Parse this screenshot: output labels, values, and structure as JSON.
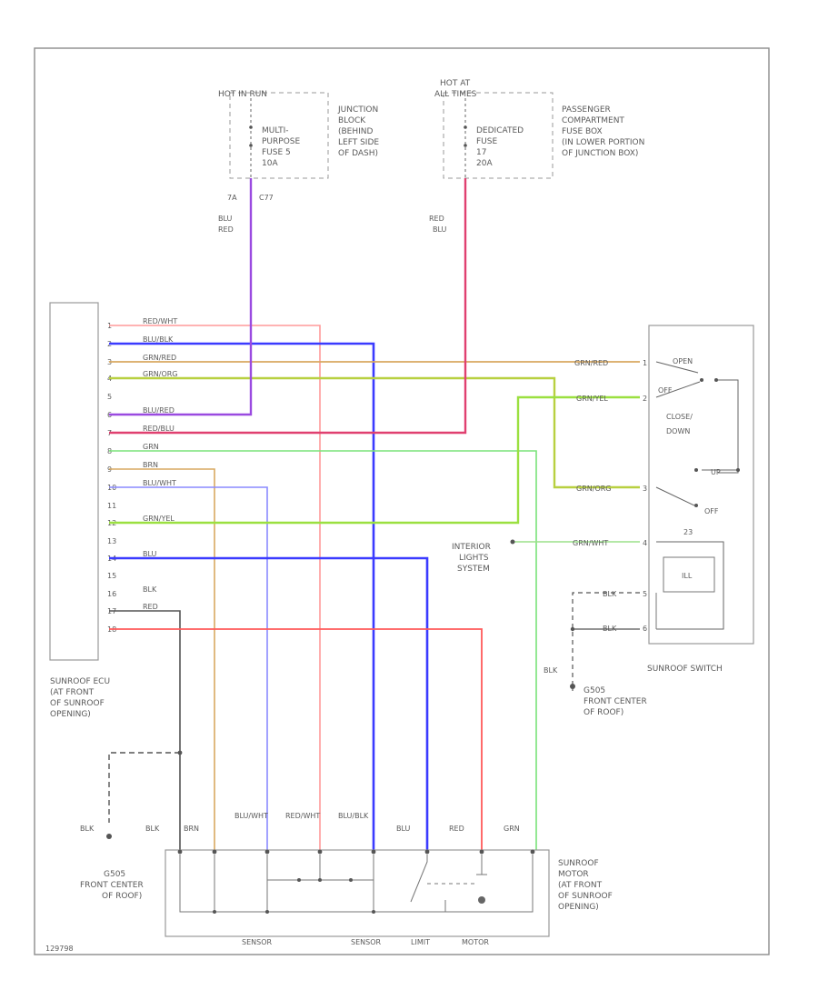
{
  "colors": {
    "red": "#ff5a5a",
    "pink_red": "#ff9a9a",
    "blue": "#3b3bff",
    "light_blue": "#8a8aff",
    "tan": "#d8a860",
    "green_orange": "#b8d040",
    "green": "#7ae37a",
    "green_yellow": "#9be040",
    "purple": "#9a4ae0",
    "magenta_red": "#e04070",
    "black": "#555555",
    "frame": "#8c8c8c"
  },
  "fuses": {
    "left_hot": "HOT IN RUN",
    "left_fuse": [
      "MULTI-",
      "PURPOSE",
      "FUSE 5",
      "10A"
    ],
    "left_location": [
      "JUNCTION",
      "BLOCK",
      "(BEHIND",
      "LEFT SIDE",
      "OF DASH)"
    ],
    "left_pins": [
      "7A",
      "C77"
    ],
    "left_wire": [
      "BLU",
      "RED"
    ],
    "right_hot": [
      "HOT AT",
      "ALL TIMES"
    ],
    "right_fuse": [
      "DEDICATED",
      "FUSE",
      "17",
      "20A"
    ],
    "right_location": [
      "PASSENGER",
      "COMPARTMENT",
      "FUSE BOX",
      "(IN LOWER PORTION",
      "OF JUNCTION BOX)"
    ],
    "right_wire": [
      "RED",
      "BLU"
    ]
  },
  "ecu": {
    "pins": [
      "1",
      "2",
      "3",
      "4",
      "5",
      "6",
      "7",
      "8",
      "9",
      "10",
      "11",
      "12",
      "13",
      "14",
      "15",
      "16"
    ],
    "wires": [
      "RED/WHT",
      "BLU/BLK",
      "GRN/RED",
      "GRN/ORG",
      "",
      "BLU/RED",
      "RED/BLU",
      "GRN",
      "BRN",
      "BLU/WHT",
      "",
      "GRN/YEL",
      "",
      "BLU",
      "",
      "BLK",
      "RED"
    ],
    "label": [
      "SUNROOF ECU",
      "(AT FRONT",
      "OF SUNROOF",
      "OPENING)"
    ]
  },
  "switch": {
    "wires": [
      "GRN/RED",
      "GRN/YEL",
      "GRN/ORG",
      "GRN/WHT",
      "BLK",
      "BLK"
    ],
    "pins": [
      "1",
      "2",
      "3",
      "4",
      "5",
      "6"
    ],
    "positions": [
      "OPEN",
      "OFF",
      "CLOSE/",
      "DOWN",
      "UP",
      "OFF"
    ],
    "ill": "ILL",
    "label": "SUNROOF SWITCH",
    "ground_wire": "BLK",
    "ground_label": [
      "G505",
      "FRONT CENTER",
      "OF ROOF)"
    ],
    "illum_conn": "23"
  },
  "interior": [
    "INTERIOR",
    "LIGHTS",
    "SYSTEM"
  ],
  "motor": {
    "wires": [
      "BLK",
      "BRN",
      "BLU/WHT",
      "RED/WHT",
      "BLU/BLK",
      "BLU",
      "RED",
      "GRN"
    ],
    "label": [
      "SUNROOF",
      "MOTOR",
      "(AT FRONT",
      "OF SUNROOF",
      "OPENING)"
    ],
    "bottom_labels": [
      "SENSOR",
      "SENSOR",
      "LIMIT",
      "MOTOR"
    ]
  },
  "ground_left": {
    "wire": "BLK",
    "label": [
      "G505",
      "FRONT CENTER",
      "OF ROOF)"
    ]
  },
  "figure_id": "129798"
}
